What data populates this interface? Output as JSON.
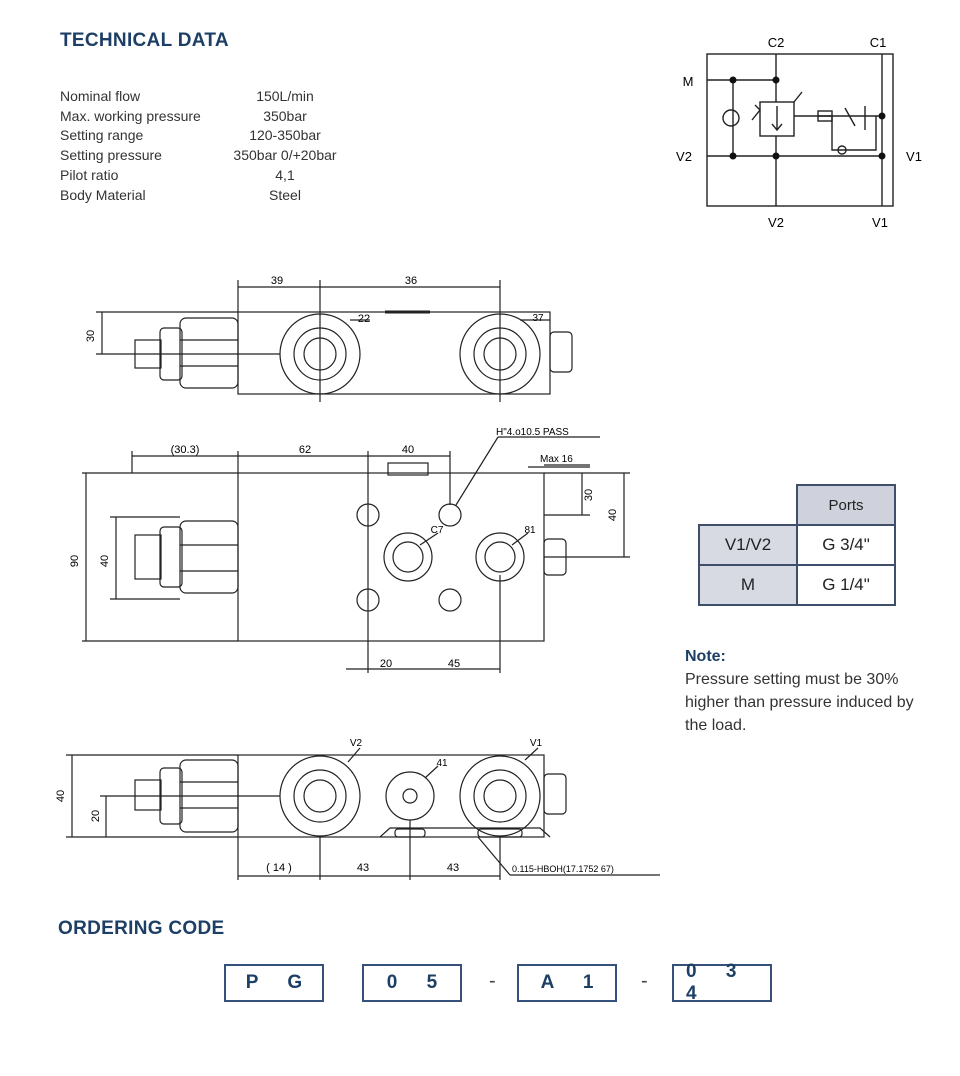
{
  "technical_data": {
    "title": "TECHNICAL DATA",
    "specs": [
      {
        "label": "Nominal flow",
        "value": "150L/min"
      },
      {
        "label": "Max. working pressure",
        "value": "350bar"
      },
      {
        "label": "Setting range",
        "value": "120-350bar"
      },
      {
        "label": "Setting pressure",
        "value": "350bar 0/+20bar"
      },
      {
        "label": "Pilot ratio",
        "value": "4,1"
      },
      {
        "label": "Body Material",
        "value": "Steel"
      }
    ]
  },
  "schematic": {
    "labels": {
      "c2": "C2",
      "c1": "C1",
      "m": "M",
      "v2_left": "V2",
      "v1_right": "V1",
      "v2_bottom": "V2",
      "v1_bottom": "V1"
    }
  },
  "drawing_top": {
    "dims": {
      "d39": "39",
      "d36": "36",
      "d30": "30",
      "d22": "22",
      "d37": "37"
    }
  },
  "drawing_middle": {
    "dims": {
      "d303": "(30.3)",
      "d62": "62",
      "d40a": "40",
      "hole_note": "H\"4.o10.5 PASS",
      "max16": "Max 16",
      "d30": "30",
      "d40r": "40",
      "d90": "90",
      "d40l": "40",
      "d27": "C7",
      "d81": "81",
      "d20": "20",
      "d45": "45"
    }
  },
  "drawing_bottom": {
    "dims": {
      "v2": "V2",
      "v1": "V1",
      "d41": "41",
      "d40": "40",
      "d20": "20",
      "d14": "( 14 )",
      "d43a": "43",
      "d43b": "43",
      "oring": "0.115-HBOH(17.1752 67)"
    }
  },
  "ports_table": {
    "header": "Ports",
    "rows": [
      {
        "port": "V1/V2",
        "size": "G 3/4\""
      },
      {
        "port": "M",
        "size": "G 1/4\""
      }
    ]
  },
  "note": {
    "title": "Note:",
    "text": "Pressure setting must be 30% higher than pressure induced by the load."
  },
  "ordering_code": {
    "title": "ORDERING CODE",
    "boxes": [
      "P G",
      "0 5",
      "A 1",
      "0 3 4"
    ],
    "separator": "-"
  }
}
